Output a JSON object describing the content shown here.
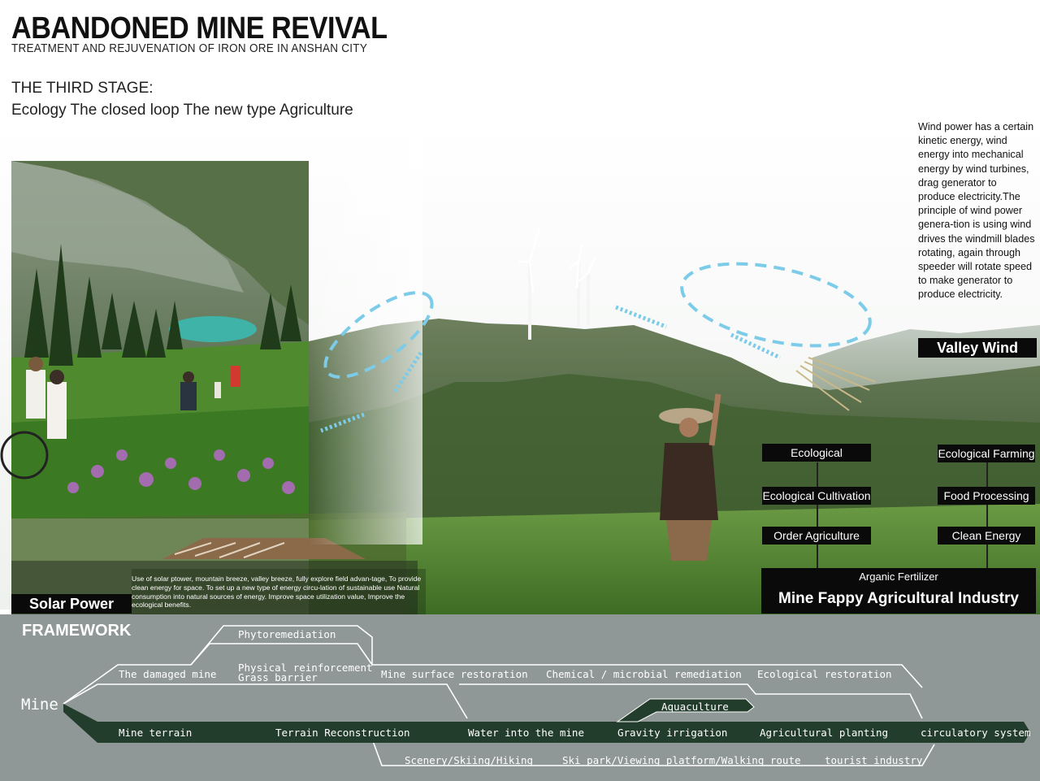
{
  "header": {
    "title": "ABANDONED MINE REVIVAL",
    "subtitle": "TREATMENT AND REJUVENATION OF IRON ORE IN ANSHAN CITY",
    "stage": "THE THIRD STAGE:",
    "stage_desc": "Ecology The closed loop The new type Agriculture"
  },
  "wind": {
    "desc": "Wind power has a certain kinetic energy, wind energy into mechanical energy by wind turbines, drag generator to produce electricity.The principle of wind power genera-tion is using wind drives the windmill blades rotating, again through speeder will rotate speed to make generator to produce electricity.",
    "label": "Valley Wind"
  },
  "solar": {
    "label": "Solar Power",
    "desc": "Use of solar ptower, mountain breeze, valley breeze, fully explore field advan-tage, To provide clean energy for space. To set up a new type of energy circu-lation of sustainable use Natural consumption into natural sources of energy. Improve space utilization value, Improve the ecological benefits."
  },
  "agriculture": {
    "left": [
      "Ecological",
      "Ecological Cultivation",
      "Order Agriculture"
    ],
    "right": [
      "Ecological Farming",
      "Food Processing",
      "Clean Energy"
    ],
    "fertilizer": "Arganic Fertilizer",
    "industry": "Mine Fappy Agricultural Industry"
  },
  "framework": {
    "title": "FRAMEWORK",
    "root": "Mine",
    "upper": {
      "phytoremediation": "Phytoremediation",
      "physical": "Physical reinforcement",
      "grass": "Grass barrier",
      "damaged": "The damaged mine",
      "surface": "Mine surface restoration",
      "chemical": "Chemical / microbial remediation",
      "ecological": "Ecological restoration"
    },
    "main": [
      "Mine terrain",
      "Terrain Reconstruction",
      "Water into the mine",
      "Gravity irrigation",
      "Agricultural planting",
      "circulatory system"
    ],
    "aquaculture": "Aquaculture",
    "lower": [
      "Scenery/Skiing/Hiking",
      "Ski park/Viewing platform/Walking route",
      "tourist industry"
    ]
  },
  "colors": {
    "band": "#8f9896",
    "path_dark": "#233d2c",
    "wind_arrow": "#7ccbe8",
    "tag_bg": "#0a0a0a"
  }
}
